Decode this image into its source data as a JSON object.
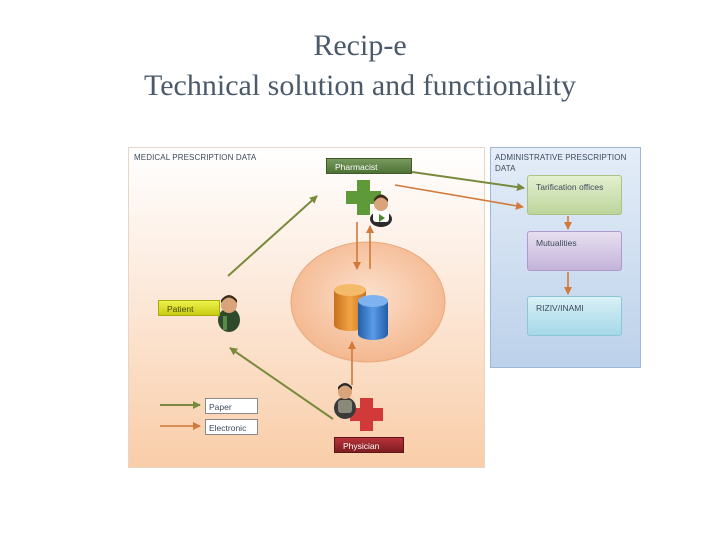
{
  "title": {
    "line1": "Recip-e",
    "line2": "Technical solution and functionality"
  },
  "diagram": {
    "left_panel_label": "MEDICAL PRESCRIPTION DATA",
    "right_panel_label_line1": "ADMINISTRATIVE PRESCRIPTION",
    "right_panel_label_line2": "DATA",
    "actors": {
      "pharmacist": "Pharmacist",
      "patient": "Patient",
      "physician": "Physician"
    },
    "admin_boxes": [
      "Tarification offices",
      "Mutualities",
      "RIZIV/INAMI"
    ],
    "legend": {
      "paper": "Paper",
      "electronic": "Electronic"
    },
    "colors": {
      "paper_arrow": "#7a8a3c",
      "electronic_arrow": "#d0793a",
      "pharmacist_cross": "#5f9a3a",
      "physician_cross": "#d23a3a",
      "db_orange": "#e8952e",
      "db_blue": "#3d7fd0"
    },
    "icons": [
      "pharmacist-person-icon",
      "patient-person-icon",
      "physician-person-icon",
      "database-icon"
    ]
  }
}
